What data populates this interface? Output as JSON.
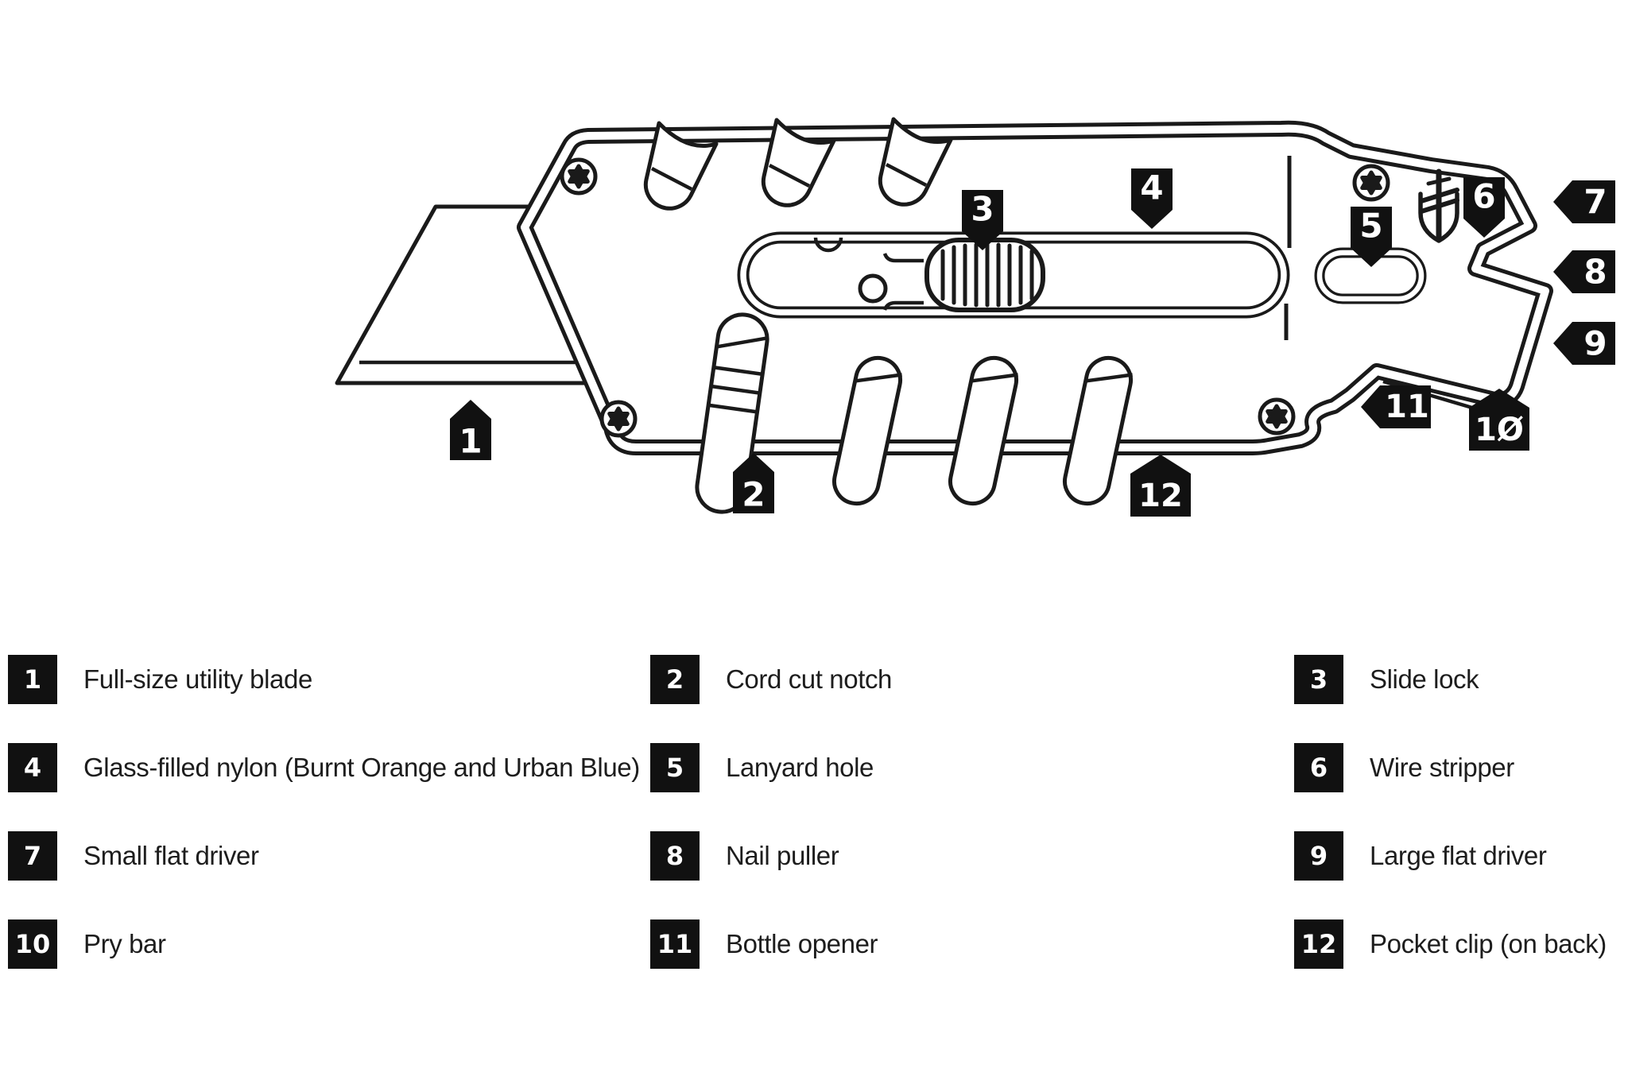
{
  "figure": {
    "title": "Utility knife parts diagram",
    "brand_logo": "gerber-sword-shield-logo"
  },
  "colors": {
    "ink": "#1a1a1a",
    "background": "#ffffff",
    "badge_bg": "#111111",
    "badge_text": "#ffffff"
  },
  "markers": [
    {
      "label": "1",
      "direction": "up"
    },
    {
      "label": "2",
      "direction": "up"
    },
    {
      "label": "3",
      "direction": "down"
    },
    {
      "label": "4",
      "direction": "down"
    },
    {
      "label": "5",
      "direction": "down"
    },
    {
      "label": "6",
      "direction": "down"
    },
    {
      "label": "7",
      "direction": "left"
    },
    {
      "label": "8",
      "direction": "left"
    },
    {
      "label": "9",
      "direction": "left"
    },
    {
      "label": "1Ø",
      "direction": "up"
    },
    {
      "label": "11",
      "direction": "left"
    },
    {
      "label": "12",
      "direction": "up"
    }
  ],
  "legend": {
    "items": [
      {
        "num": "1",
        "label": "Full-size utility blade"
      },
      {
        "num": "2",
        "label": "Cord cut notch"
      },
      {
        "num": "3",
        "label": "Slide lock"
      },
      {
        "num": "4",
        "label": "Glass-filled nylon (Burnt Orange and Urban Blue)"
      },
      {
        "num": "5",
        "label": "Lanyard hole"
      },
      {
        "num": "6",
        "label": "Wire stripper"
      },
      {
        "num": "7",
        "label": "Small flat driver"
      },
      {
        "num": "8",
        "label": "Nail puller"
      },
      {
        "num": "9",
        "label": "Large flat driver"
      },
      {
        "num": "10",
        "label": "Pry bar"
      },
      {
        "num": "11",
        "label": "Bottle opener"
      },
      {
        "num": "12",
        "label": "Pocket clip (on back)"
      }
    ]
  }
}
